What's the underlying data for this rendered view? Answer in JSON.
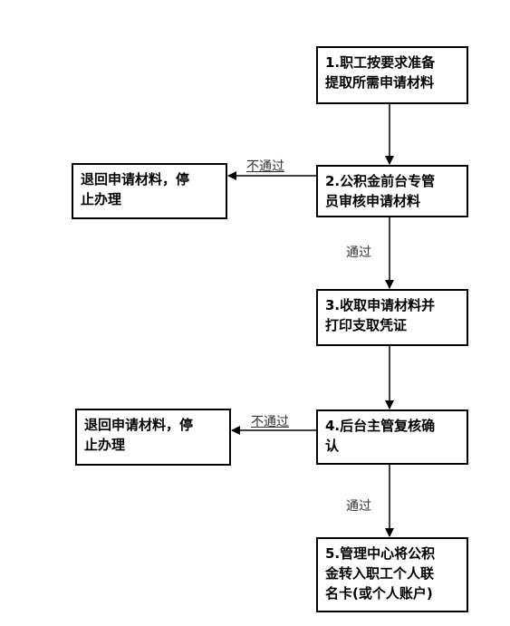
{
  "steps": [
    {
      "label": "1.职工按要求准备\n提取所需申请材料"
    },
    {
      "label": "2.公积金前台专管\n员审核申请材料"
    },
    {
      "label": "3.收取申请材料并\n打印支取凭证"
    },
    {
      "label": "4.后台主管复核确\n认"
    },
    {
      "label": "5.管理中心将公积\n金转入职工个人联\n名卡(或个人账户)"
    }
  ],
  "rejects": [
    {
      "label": "退回申请材料，停\n止办理"
    },
    {
      "label": "退回申请材料，停\n止办理"
    }
  ],
  "edges": {
    "pass": "通过",
    "fail": "不通过"
  }
}
